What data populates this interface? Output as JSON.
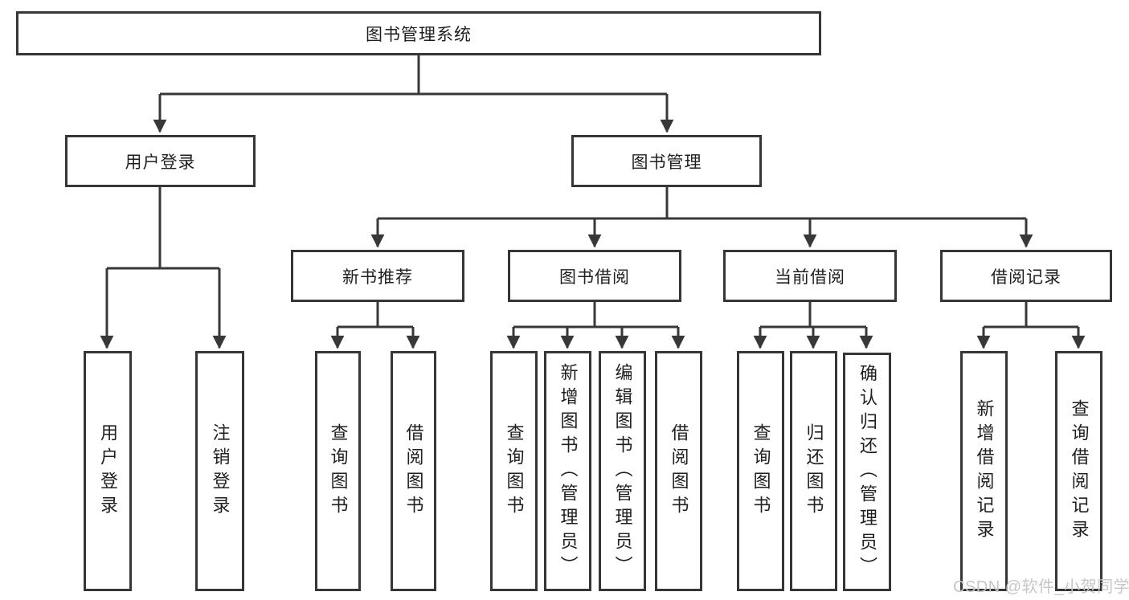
{
  "tree": {
    "root": {
      "label": "图书管理系统"
    },
    "children": [
      {
        "label": "用户登录",
        "children": [
          {
            "label": "用户登录"
          },
          {
            "label": "注销登录"
          }
        ]
      },
      {
        "label": "图书管理",
        "children": [
          {
            "label": "新书推荐",
            "children": [
              {
                "label": "查询图书"
              },
              {
                "label": "借阅图书"
              }
            ]
          },
          {
            "label": "图书借阅",
            "children": [
              {
                "label": "查询图书"
              },
              {
                "label": "新增图书（管理员）"
              },
              {
                "label": "编辑图书（管理员）"
              },
              {
                "label": "借阅图书"
              }
            ]
          },
          {
            "label": "当前借阅",
            "children": [
              {
                "label": "查询图书"
              },
              {
                "label": "归还图书"
              },
              {
                "label": "确认归还（管理员）"
              }
            ]
          },
          {
            "label": "借阅记录",
            "children": [
              {
                "label": "新增借阅记录"
              },
              {
                "label": "查询借阅记录"
              }
            ]
          }
        ]
      }
    ]
  },
  "watermark": "CSDN @软件_小贺同学",
  "colors": {
    "line": "#383838",
    "border": "#363636",
    "text": "#1f1f1f",
    "watermark": "#c6c6c6",
    "background": "#ffffff"
  }
}
